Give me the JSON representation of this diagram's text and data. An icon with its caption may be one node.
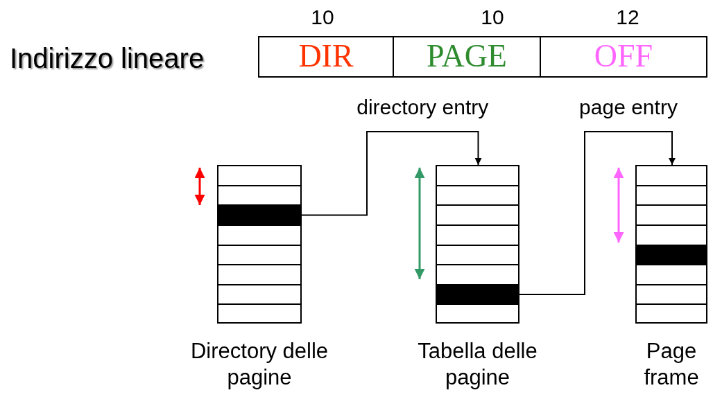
{
  "diagram": {
    "nodes": [
      {
        "text": [
          "DIR"
        ],
        "beside": [
          "10"
        ]
      },
      {
        "text": [
          "PAGE"
        ],
        "beside": [
          "10"
        ]
      },
      {
        "text": [
          "OFF"
        ],
        "beside": [
          "12"
        ]
      },
      {
        "text": [],
        "shape": "box",
        "beside": [
          "Directory delle pagine"
        ]
      },
      {
        "text": [],
        "shape": "bar",
        "in": 3
      },
      {
        "text": [],
        "shape": "box",
        "beside": [
          "Tabella delle pagine"
        ]
      },
      {
        "text": [],
        "shape": "bar",
        "in": 5
      },
      {
        "text": [],
        "shape": "box",
        "beside": [
          "Page frame"
        ]
      },
      {
        "text": [],
        "shape": "bar",
        "in": 7
      }
    ],
    "edges": [
      {
        "from": 4,
        "to": 5,
        "arrow": "to",
        "label": "directory entry"
      },
      {
        "from": 6,
        "to": 7,
        "arrow": "to",
        "label": "page entry"
      }
    ],
    "labels": [
      "Indirizzo lineare"
    ]
  }
}
